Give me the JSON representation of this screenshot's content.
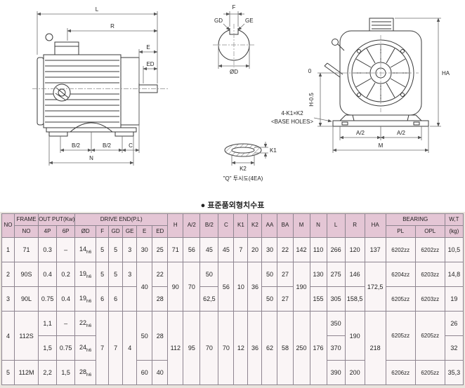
{
  "page": {
    "title_bullet": "●",
    "title": "표준품외형치수표"
  },
  "drawing": {
    "side": {
      "L": "L",
      "R": "R",
      "E": "E",
      "ED": "ED",
      "B2a": "B/2",
      "B2b": "B/2",
      "C": "C",
      "N": "N"
    },
    "shaft": {
      "F": "F",
      "GD": "GD",
      "GE": "GE",
      "OD": "ØD"
    },
    "front": {
      "HA": "HA",
      "H": "H-0.5",
      "Hzero": "0",
      "A2a": "A/2",
      "A2b": "A/2",
      "M": "M"
    },
    "base": {
      "callout1": "4-K1×K2",
      "callout2": "<BASE HOLES>",
      "K1": "K1",
      "K2": "K2",
      "Q": "\"Q\" 투시도(4EA)"
    }
  },
  "table": {
    "headers": {
      "no": "NO",
      "frame": "FRAME",
      "frame_no": "NO",
      "output": "OUT PUT(Kw)",
      "p4": "4P",
      "p6": "6P",
      "drive_end": "DRIVE END(P.L)",
      "od": "ØD",
      "f": "F",
      "gd": "GD",
      "ge": "GE",
      "e": "E",
      "ed": "ED",
      "h": "H",
      "a2": "A/2",
      "b2": "B/2",
      "c": "C",
      "k1": "K1",
      "k2": "K2",
      "aa": "AA",
      "ba": "BA",
      "m": "M",
      "n": "N",
      "l": "L",
      "r": "R",
      "ha": "HA",
      "bearing": "BEARING",
      "pl": "PL",
      "opl": "OPL",
      "wt": "W,T",
      "kg": "(kg)"
    },
    "r1": {
      "no": "1",
      "frame": "71",
      "p4": "0.3",
      "p6": "–",
      "odm": "14",
      "ods": "h6",
      "f": "5",
      "gd": "5",
      "ge": "3",
      "e": "30",
      "ed": "25",
      "h": "71",
      "a2": "56",
      "b2": "45",
      "c": "45",
      "k1": "7",
      "k2": "20",
      "aa": "30",
      "ba": "22",
      "m": "142",
      "n": "110",
      "l": "266",
      "r": "120",
      "ha": "137",
      "pl": "6202zz",
      "opl": "6202zz",
      "wt": "10,5"
    },
    "r2": {
      "no": "2",
      "frame": "90S",
      "p4": "0.4",
      "p6": "0.2",
      "odm": "19",
      "ods": "h6",
      "f": "5",
      "gd": "5",
      "ge": "3",
      "e": "40",
      "ed": "22",
      "h": "90",
      "a2": "70",
      "b2": "50",
      "c": "56",
      "k1": "10",
      "k2": "36",
      "aa": "50",
      "ba": "27",
      "m": "190",
      "n": "130",
      "l": "275",
      "r": "146",
      "ha": "172,5",
      "pl": "6204zz",
      "opl": "6203zz",
      "wt": "14,8"
    },
    "r3": {
      "no": "3",
      "frame": "90L",
      "p4": "0.75",
      "p6": "0.4",
      "odm": "19",
      "ods": "h6",
      "f": "6",
      "gd": "6",
      "ge": "",
      "ed": "28",
      "b2": "62,5",
      "aa": "50",
      "ba": "27",
      "n": "155",
      "l": "305",
      "r": "158,5",
      "pl": "6205zz",
      "opl": "6203zz",
      "wt": "19"
    },
    "r4": {
      "no": "4",
      "frame": "112S",
      "p4": "1,1",
      "p6": "–",
      "odm": "22",
      "ods": "h6",
      "f": "7",
      "gd": "7",
      "ge": "4",
      "e": "50",
      "ed": "28",
      "h": "112",
      "a2": "95",
      "b2": "70",
      "c": "70",
      "k1": "12",
      "k2": "36",
      "aa": "62",
      "ba": "58",
      "m": "250",
      "n": "176",
      "l": "350",
      "r": "190",
      "ha": "218",
      "pl": "6205zz",
      "opl": "6205zz",
      "wt": "26"
    },
    "r5": {
      "p4": "1,5",
      "p6": "0.75",
      "odm": "24",
      "ods": "h6",
      "l": "370",
      "wt": "32"
    },
    "r6": {
      "no": "5",
      "frame": "112M",
      "p4": "2,2",
      "p6": "1,5",
      "odm": "28",
      "ods": "h6",
      "e": "60",
      "ed": "40",
      "l": "390",
      "r": "200",
      "pl": "6206zz",
      "opl": "6205zz",
      "wt": "35,3"
    }
  }
}
